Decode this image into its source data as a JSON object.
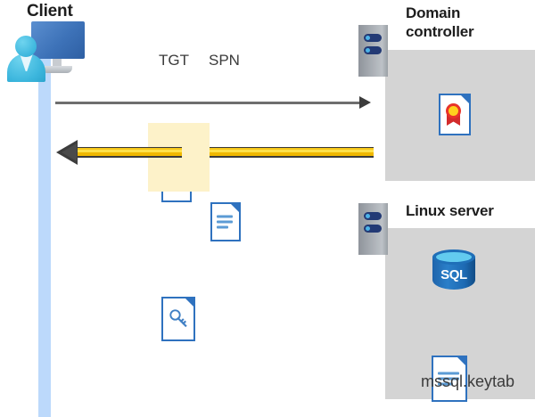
{
  "diagram": {
    "title_client": "Client",
    "title_domain_controller": "Domain\ncontroller",
    "title_domain_controller_line1": "Domain",
    "title_domain_controller_line2": "controller",
    "title_linux_server": "Linux server",
    "tokens": [
      {
        "label": "TGT",
        "icon": "document-icon"
      },
      {
        "label": "SPN",
        "icon": "document-icon"
      }
    ],
    "response_token": {
      "label": "",
      "icon": "key-document-icon",
      "highlight_color": "#fdf2c9"
    },
    "arrows": [
      {
        "name": "request-arrow",
        "direction": "right",
        "from": "client",
        "to": "domain-controller",
        "color": "#6e6e6e"
      },
      {
        "name": "response-arrow",
        "direction": "left",
        "from": "domain-controller",
        "to": "client",
        "color": "#ffd21e"
      }
    ],
    "domain_controller_contents": [
      {
        "icon": "certificate-document-icon",
        "label": ""
      }
    ],
    "linux_server_contents": [
      {
        "icon": "sql-database-icon",
        "label": "SQL"
      },
      {
        "icon": "document-icon",
        "label": "mssql.keytab"
      }
    ],
    "sql_label": "SQL",
    "keytab_filename": "mssql.keytab",
    "colors": {
      "panel_gray": "#d4d4d4",
      "lifeline_blue": "#bcd9fb",
      "doc_blue": "#2f72bf",
      "accent_yellow": "#ffd21e",
      "highlight_yellow": "#fdf2c9",
      "server_gray": "#a9aeb4",
      "title_black": "#1d1d1d"
    }
  }
}
